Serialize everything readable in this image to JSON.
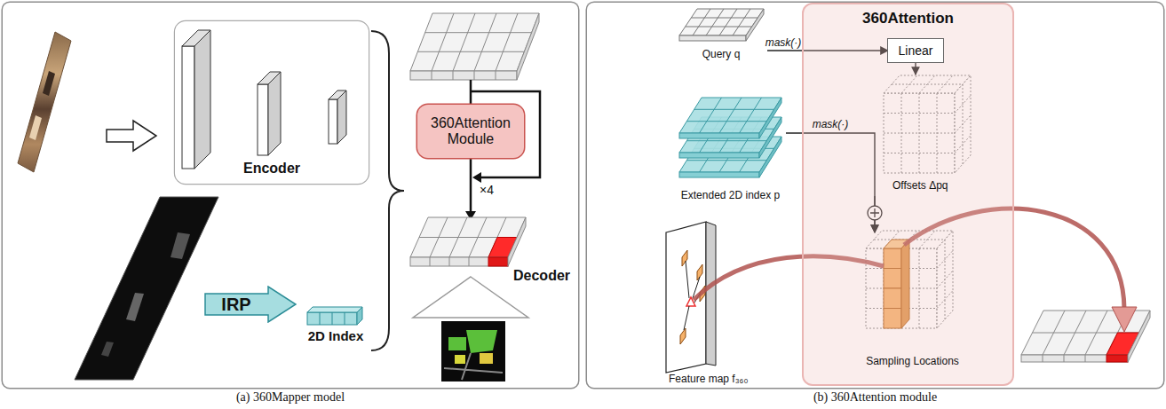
{
  "diagram": {
    "nodes": [
      {
        "text": [
          "(a) 360Mapper model"
        ]
      },
      {
        "text": [
          "Encoder"
        ],
        "in": 0
      },
      {
        "text": [
          "360Attention Module"
        ],
        "in": 0
      },
      {
        "text": [
          "IRP"
        ],
        "in": 0
      },
      {
        "text": [
          "2D Index"
        ],
        "in": 0
      },
      {
        "text": [
          "(b) 360Attention module"
        ]
      },
      {
        "text": [
          "360Attention"
        ],
        "in": 5
      },
      {
        "text": [
          "Query q"
        ],
        "in": 5
      },
      {
        "text": [
          "Linear"
        ],
        "in": 6
      },
      {
        "text": [
          "Extended 2D index p"
        ],
        "in": 5
      },
      {
        "text": [
          "Offsets Δpq"
        ],
        "in": 6
      },
      {
        "text": [
          "Sampling Locations"
        ],
        "in": 6
      },
      {
        "text": [
          "Feature map f₃₆₀"
        ],
        "in": 5
      }
    ],
    "edges": [
      {
        "from": 7,
        "to": 8,
        "arrow": "to",
        "label": "mask(·)"
      },
      {
        "from": 8,
        "to": 10,
        "arrow": "to"
      },
      {
        "from": 10,
        "to": 11,
        "arrow": "to"
      },
      {
        "from": 9,
        "to": 11,
        "arrow": "to",
        "label": "mask(·)"
      }
    ],
    "labels": [
      "×4",
      "Decoder"
    ]
  }
}
